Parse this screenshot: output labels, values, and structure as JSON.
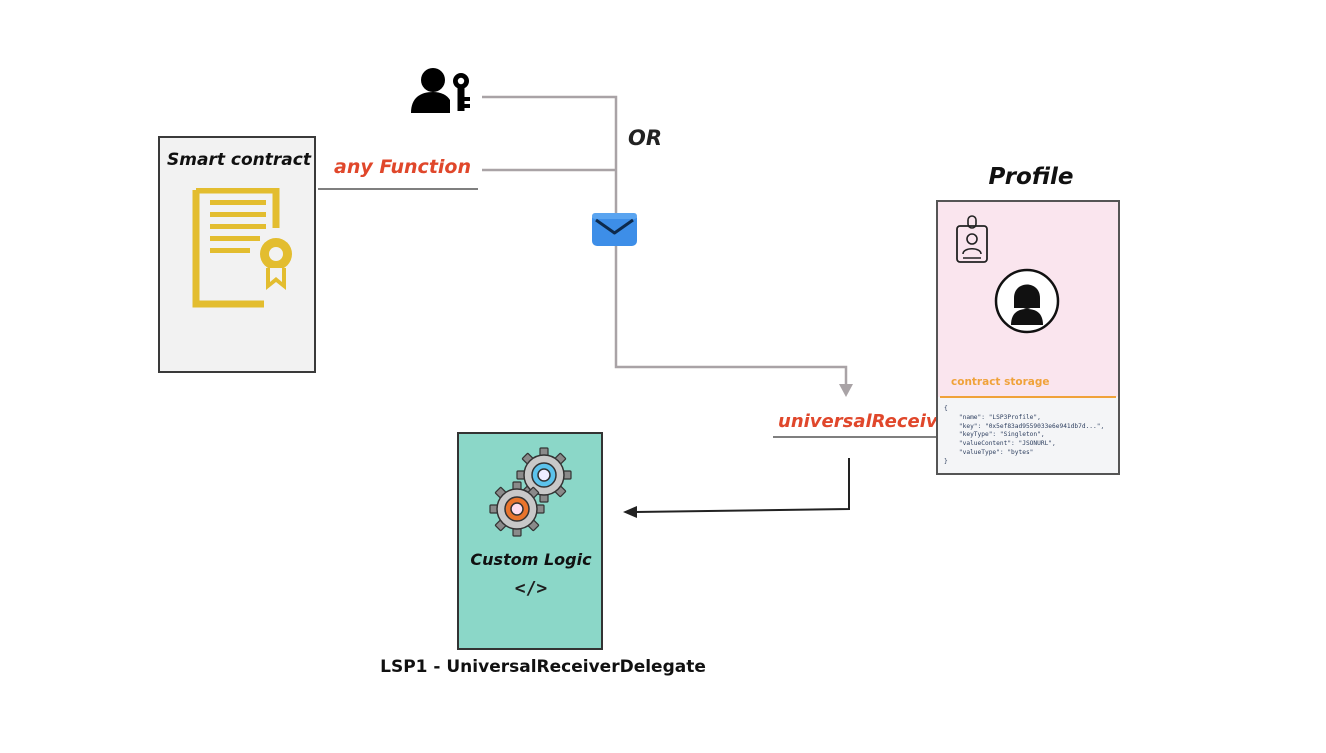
{
  "smart_contract": {
    "title": "Smart contract",
    "icon": "certificate-icon",
    "icon_color": "#e3bd2f"
  },
  "caller": {
    "icon": "user-key-icon"
  },
  "edges": {
    "any_function_label": "any Function",
    "or_label": "OR",
    "message_icon": "envelope-icon",
    "universal_receiver_label": "universalReceiver"
  },
  "profile": {
    "title": "Profile",
    "badge_icon": "id-badge-icon",
    "avatar_icon": "user-avatar-icon",
    "storage_label": "contract storage",
    "storage_code": "{\n    \"name\": \"LSP3Profile\",\n    \"key\": \"0x5ef83ad9559033e6e941db7d...\",\n    \"keyType\": \"Singleton\",\n    \"valueContent\": \"JSONURL\",\n    \"valueType\": \"bytes\"\n}"
  },
  "delegate": {
    "title": "Custom Logic",
    "code_symbol": "</>",
    "icon": "gears-icon",
    "caption": "LSP1 - UniversalReceiverDelegate"
  },
  "colors": {
    "accent_red": "#e0472b",
    "profile_bg": "#fae5ee",
    "storage_orange": "#f0a23a",
    "delegate_bg": "#8bd7c8",
    "envelope_blue": "#3d8ee8"
  }
}
